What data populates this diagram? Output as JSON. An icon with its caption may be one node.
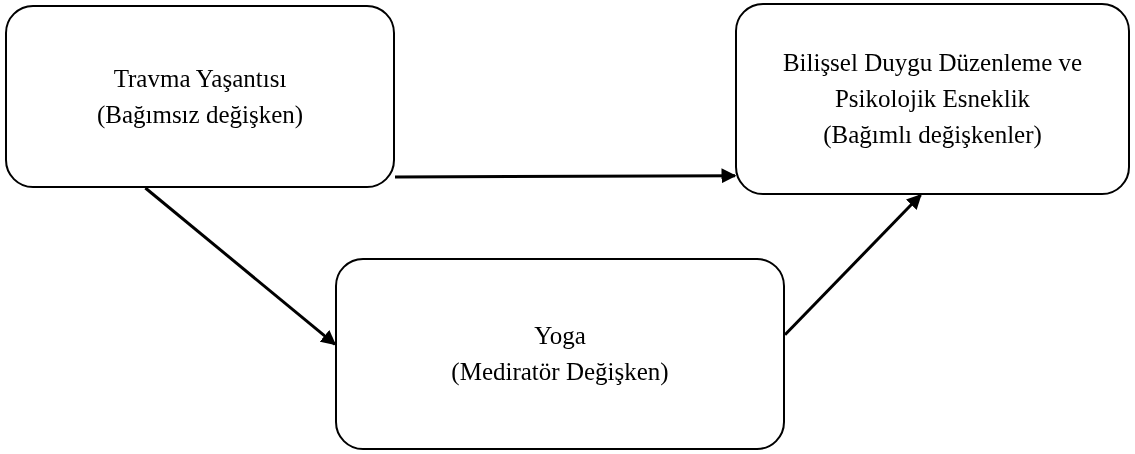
{
  "diagram": {
    "nodes": [
      {
        "text": [
          "Travma Yaşantısı",
          "(Bağımsız değişken)"
        ]
      },
      {
        "text": [
          "Bilişsel Duygu Düzenleme ve Psikolojik Esneklik",
          "(Bağımlı değişkenler)"
        ]
      },
      {
        "text": [
          "Yoga",
          "(Mediratör Değişken)"
        ]
      }
    ],
    "edges": [
      {
        "from": 0,
        "to": 1,
        "arrow": "to"
      },
      {
        "from": 0,
        "to": 2,
        "arrow": "to"
      },
      {
        "from": 2,
        "to": 1,
        "arrow": "to"
      }
    ]
  }
}
